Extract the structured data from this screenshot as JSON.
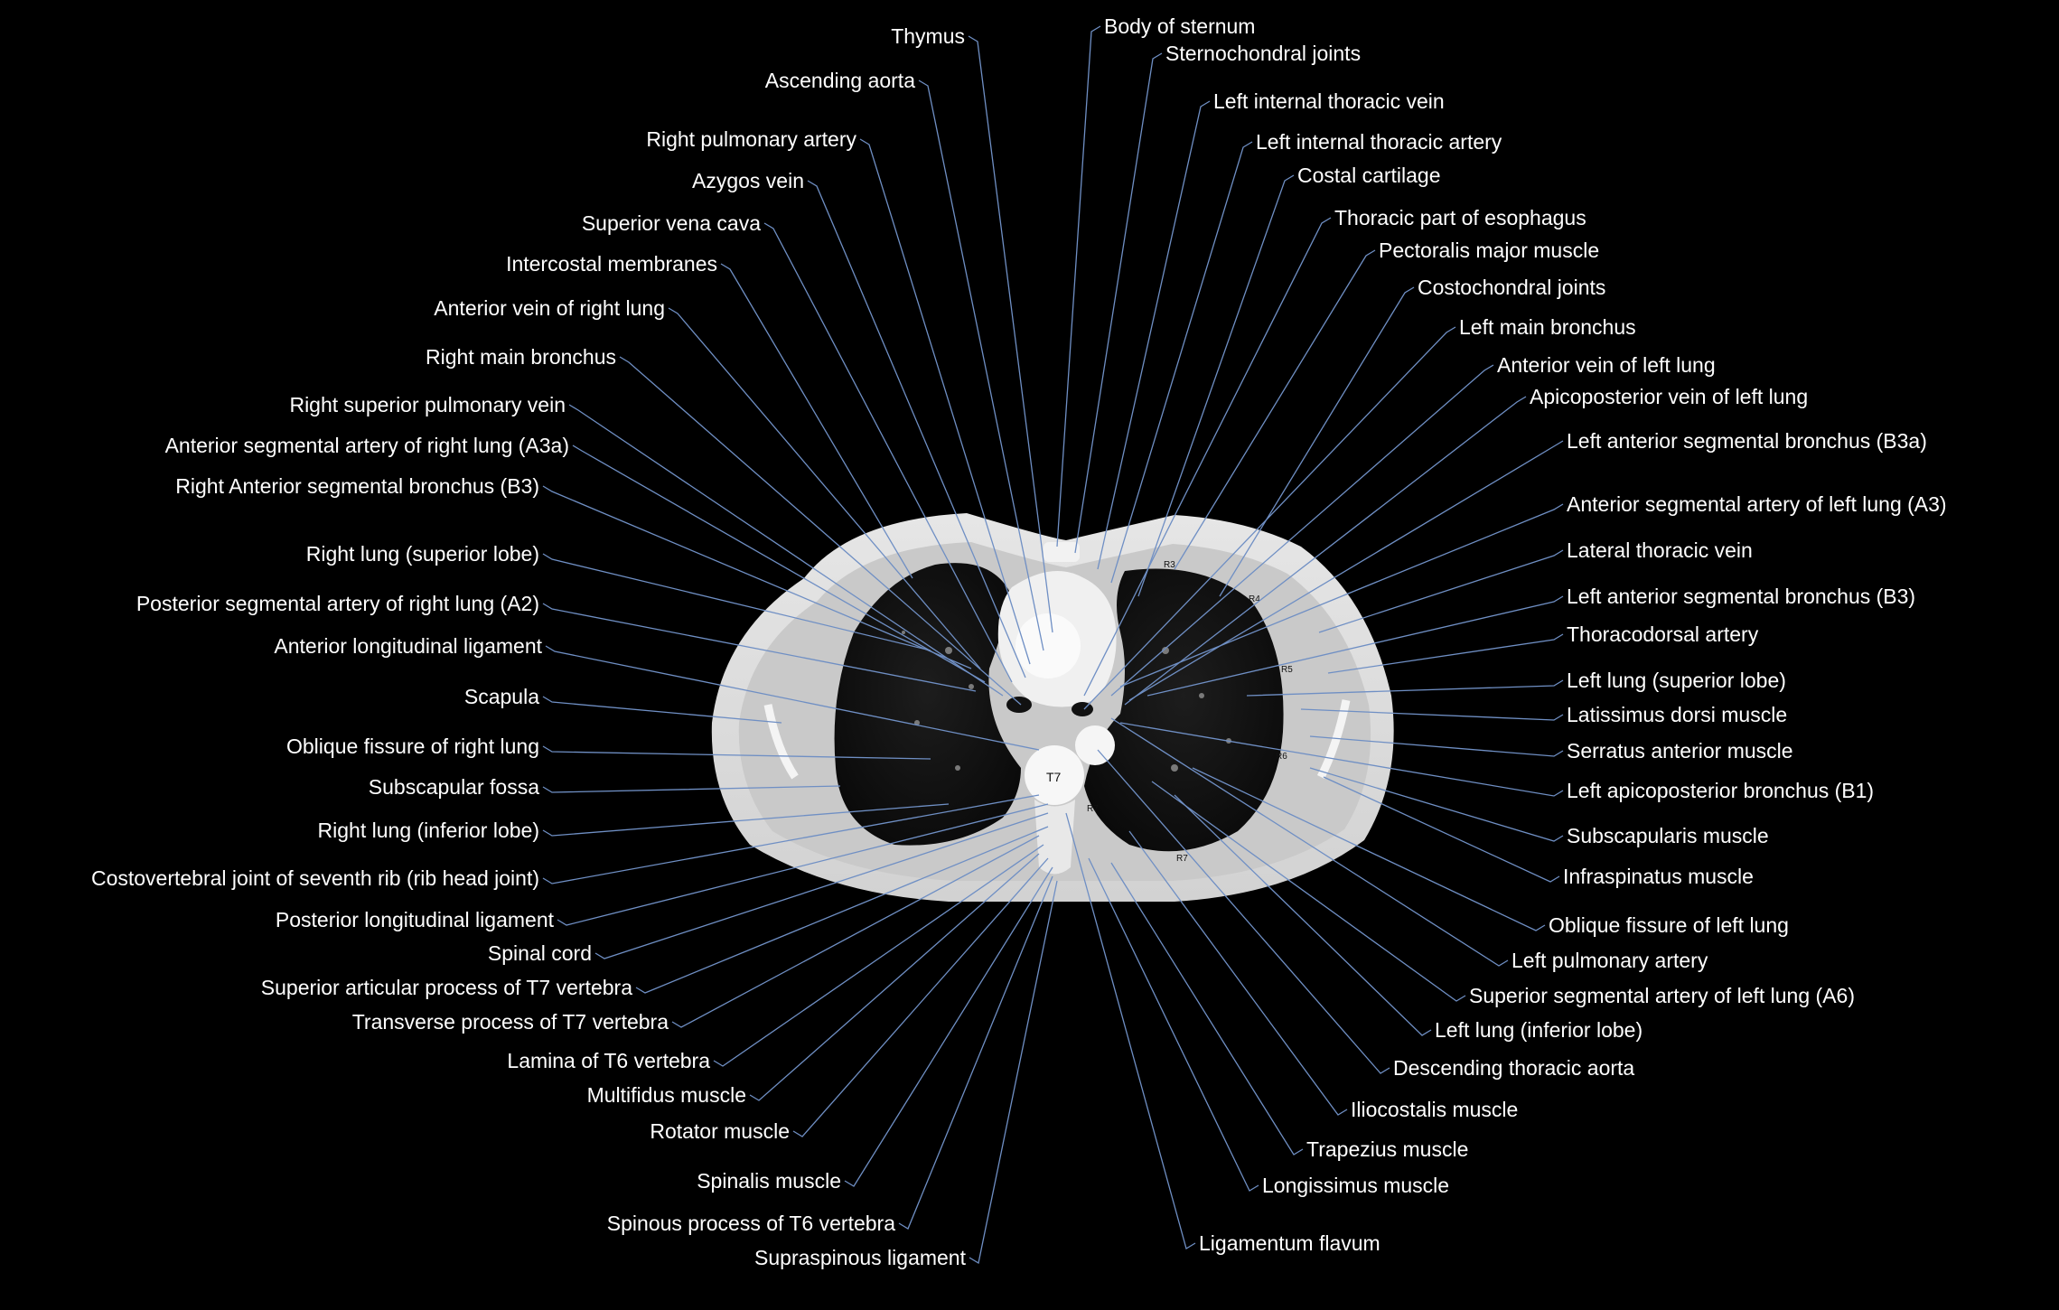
{
  "scan": {
    "vertebra_label": "T7",
    "rib_labels": [
      "R3",
      "R4",
      "R5",
      "R6",
      "R7",
      "R7"
    ]
  },
  "labels_left": [
    "Thymus",
    "Ascending aorta",
    "Right pulmonary artery",
    "Azygos vein",
    "Superior vena cava",
    "Intercostal membranes",
    "Anterior vein of right lung",
    "Right main bronchus",
    "Right superior pulmonary vein",
    "Anterior segmental artery of right lung (A3a)",
    "Right Anterior segmental bronchus (B3)",
    "Right lung (superior lobe)",
    "Posterior segmental artery of right lung (A2)",
    "Anterior longitudinal ligament",
    "Scapula",
    "Oblique fissure of right lung",
    "Subscapular fossa",
    "Right lung  (inferior lobe)",
    "Costovertebral joint of seventh rib (rib head joint)",
    "Posterior longitudinal ligament",
    "Spinal cord",
    "Superior articular process of T7 vertebra",
    "Transverse process of T7 vertebra",
    "Lamina of T6 vertebra",
    "Multifidus muscle",
    "Rotator muscle",
    "Spinalis muscle",
    "Spinous process of T6 vertebra",
    "Supraspinous ligament"
  ],
  "labels_right": [
    "Body of sternum",
    "Sternochondral joints",
    "Left internal thoracic vein",
    "Left internal thoracic artery",
    "Costal cartilage",
    "Thoracic part of esophagus",
    "Pectoralis major muscle",
    "Costochondral joints",
    "Left main bronchus",
    "Anterior vein of left lung",
    "Apicoposterior vein of left lung",
    "Left anterior segmental bronchus (B3a)",
    "Anterior segmental artery of left lung (A3)",
    "Lateral thoracic vein",
    "Left anterior segmental bronchus (B3)",
    "Thoracodorsal artery",
    "Left lung (superior lobe)",
    "Latissimus dorsi muscle",
    "Serratus anterior muscle",
    "Left apicoposterior bronchus (B1)",
    "Subscapularis muscle",
    "Infraspinatus muscle",
    "Oblique fissure of left lung",
    "Left pulmonary artery",
    "Superior segmental artery of left lung (A6)",
    "Left lung (inferior lobe)",
    "Descending thoracic aorta",
    "Iliocostalis muscle",
    "Trapezius muscle",
    "Longissimus muscle",
    "Ligamentum flavum"
  ]
}
